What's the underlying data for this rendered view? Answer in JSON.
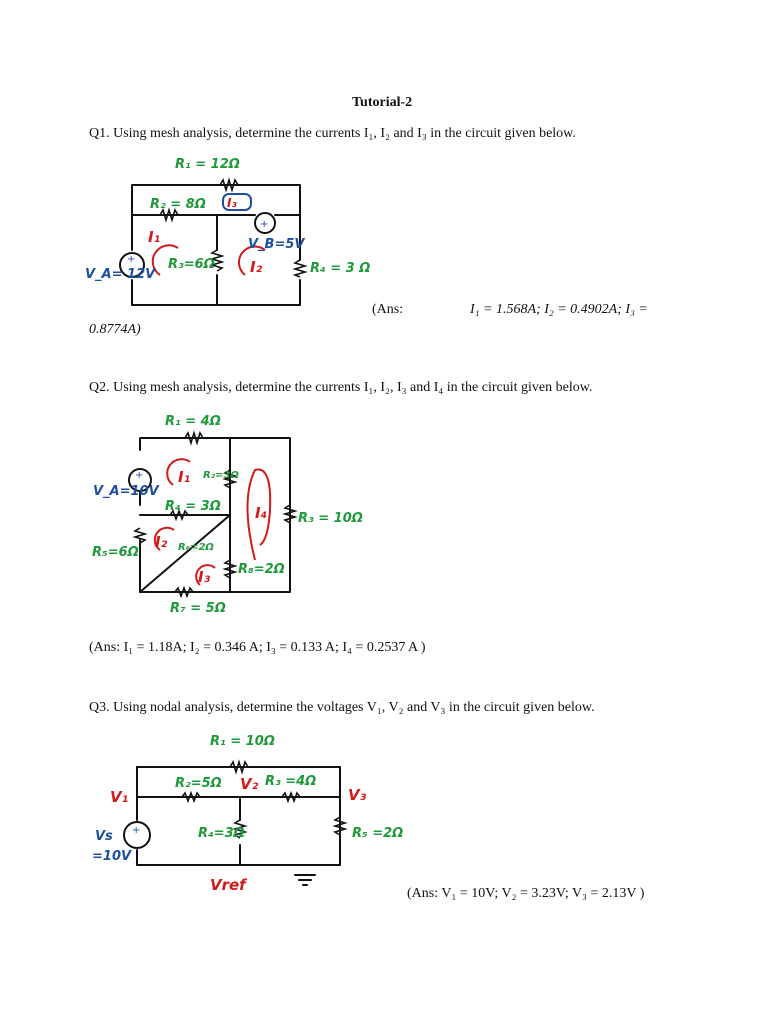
{
  "title": "Tutorial-2",
  "q1": {
    "question": "Q1. Using mesh analysis, determine the currents  I₁, I₂ and I₃  in the circuit given below.",
    "answer_a": "(Ans:",
    "answer_b": "I₁ = 1.568A;  I₂ = 0.4902A; I₃ =",
    "answer_c": "0.8774A)",
    "labels": {
      "r1": "R₁ = 12Ω",
      "r2": "R₂ = 8Ω",
      "r3": "R₃=6Ω",
      "r4": "R₄ = 3 Ω",
      "va": "V_A= 12V",
      "vb": "V_B=5V",
      "i1": "I₁",
      "i2": "I₂",
      "i3": "I₃"
    }
  },
  "q2": {
    "question": "Q2. Using mesh analysis, determine the currents  I₁, I₂, I₃  and I₄  in the circuit given below.",
    "answer": "(Ans: I₁ = 1.18A;  I₂ = 0.346 A; I₃ = 0.133 A;  I₄ = 0.2537 A )",
    "labels": {
      "r1": "R₁ = 4Ω",
      "r2": "R₂=3Ω",
      "r3": "R₃ = 10Ω",
      "r4": "R₄ = 3Ω",
      "r5": "R₅=6Ω",
      "r6": "R₆=2Ω",
      "r7": "R₇ = 5Ω",
      "r8": "R₈=2Ω",
      "va": "V_A=10V",
      "i1": "I₁",
      "i2": "I₂",
      "i3": "I₃",
      "i4": "I₄"
    }
  },
  "q3": {
    "question": "Q3. Using nodal analysis, determine the voltages  V₁, V₂  and V₃  in the circuit given below.",
    "answer": "(Ans: V₁ = 10V;  V₂ = 3.23V;  V₃ = 2.13V )",
    "labels": {
      "r1": "R₁ = 10Ω",
      "r2": "R₂=5Ω",
      "r3": "R₃ =4Ω",
      "r4": "R₄=3Ω",
      "r5": "R₅ =2Ω",
      "vs": "Vs",
      "vs_val": "=10V",
      "v1": "V₁",
      "v2": "V₂",
      "v3": "V₃",
      "vref": "Vref"
    }
  }
}
